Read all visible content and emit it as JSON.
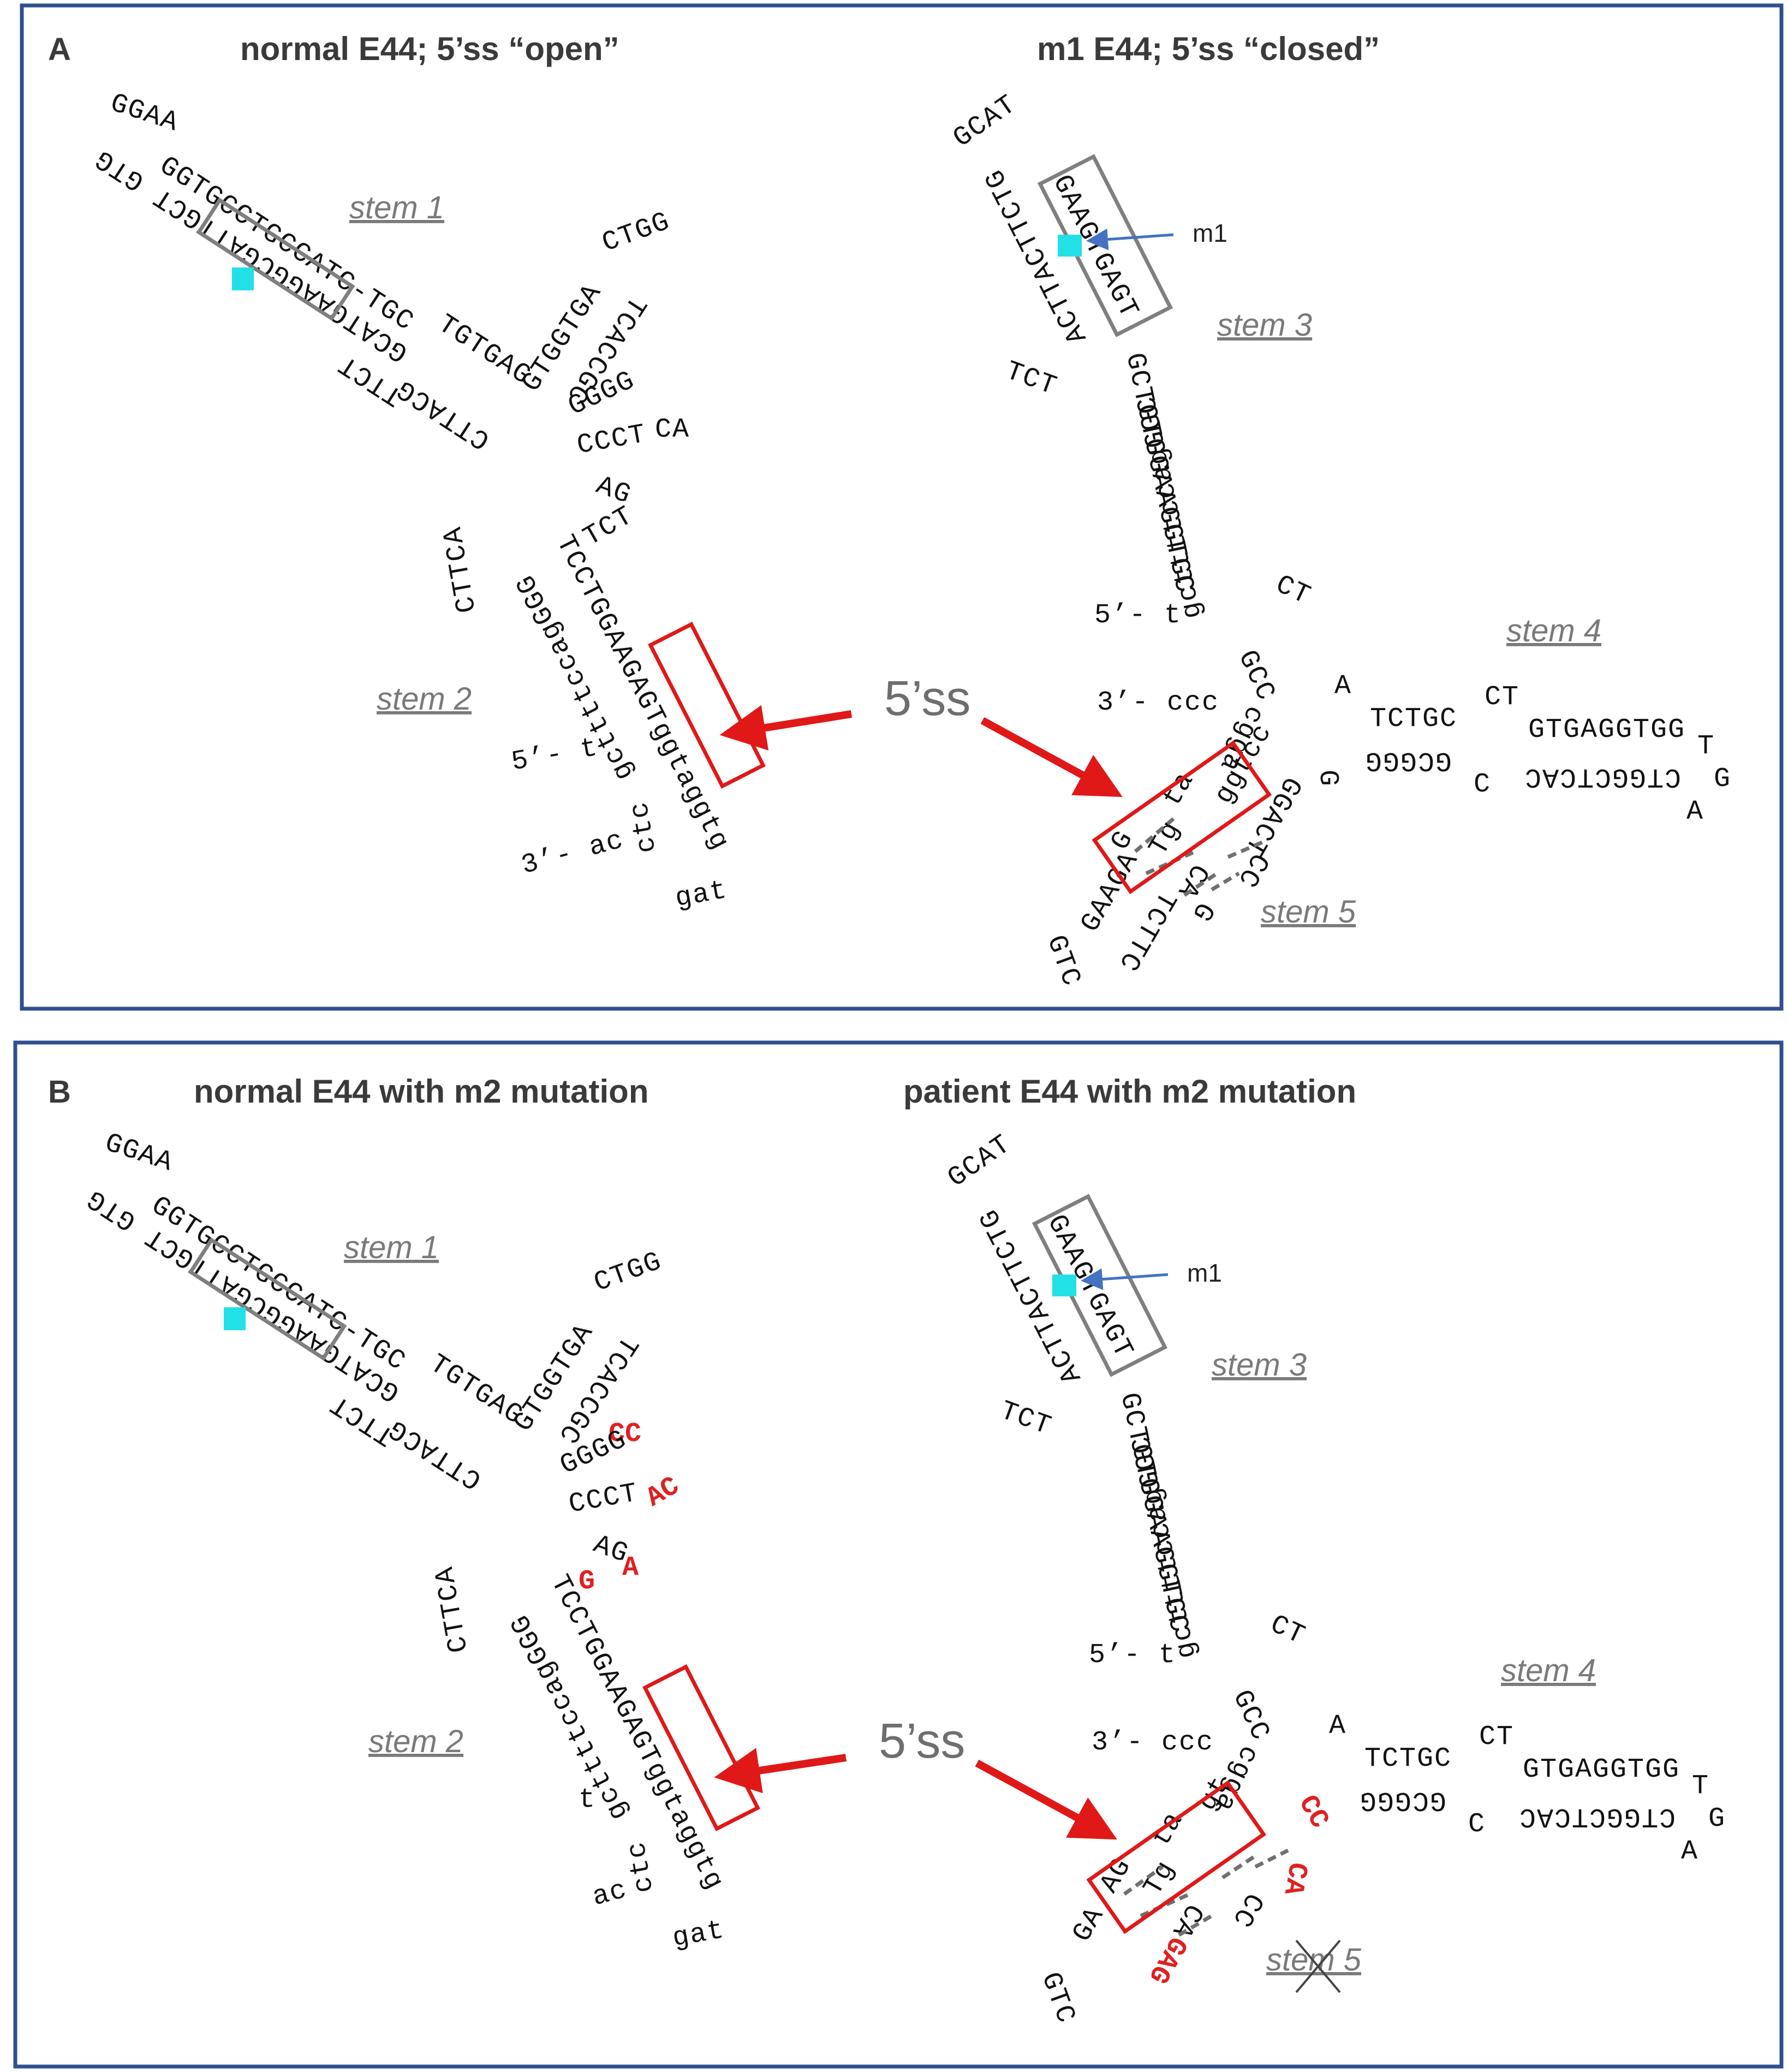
{
  "panel_a": {
    "letter": "A",
    "title_left": "normal E44; 5’ss “open”",
    "title_right": "m1 E44; 5’ss “closed”",
    "stems": {
      "s1": "stem 1",
      "s2": "stem 2",
      "s3": "stem 3",
      "s4": "stem 4",
      "s5": "stem 5"
    },
    "splice_label": "5’ss",
    "m1_label": "m1"
  },
  "panel_b": {
    "letter": "B",
    "title_left": "normal E44 with m2 mutation",
    "title_right": "patient E44 with m2 mutation",
    "stems": {
      "s1": "stem 1",
      "s2": "stem 2",
      "s3": "stem 3",
      "s4": "stem 4",
      "s5": "stem 5"
    },
    "splice_label": "5’ss",
    "m1_label": "m1"
  },
  "seq": {
    "loop1": "GGAA",
    "s1_top": "GGTGCCTGCCATC-TGC",
    "s1_bot": "GCATGAAGGCGATTGCT GTG",
    "tfct": "TTCT",
    "tgtgag": "TGTGAG",
    "ctacg": "CTTACG",
    "gtggtga": "GTGGTGA",
    "tcaccgc": "TCACCGC",
    "ctgg": "CTGG",
    "gggg": "GGGG",
    "ccct": "CCCT",
    "ca": "CA",
    "ag": "AG",
    "tct": "TCT",
    "ctca": "CTTCA",
    "s2_top": "TCCTGGAAGAGTggtaggtg",
    "s2_bot": "gcttttccagGGG",
    "tail5": "5’- t",
    "tail3": "3’- ac",
    "ctc": "ctc",
    "gat": "gat",
    "s3_loop": "GCAT",
    "s3_left": "ACTTACTTCTG",
    "s3_right": "GAAGTGAGT",
    "s3_tt": "TCT",
    "s3_long": "GCTGTGGAAGGTGC",
    "s3_long2": "gcttttccagGGC",
    "s4_5p": "5’- t",
    "s4_ct": "CT",
    "s4_3p": "3’- ccc",
    "s4_cgg": "cgga",
    "s4_gcc": "GCC",
    "s4_a": "A",
    "s4_tctgc": "TCTGC",
    "s4_gcggg": "GCGGG",
    "s4_ct2": "CT",
    "s4_gtgag": "GTGAGGTGG",
    "s4_ctggc": "CTGGCTCAC",
    "s4_t": "T",
    "s4_g": "G",
    "s4_a2": "A",
    "s4_c": "C",
    "s4_g2": "G",
    "s5_ggtcc": "ggtcc",
    "s5_ta": "ta",
    "s5_tg": "Tg",
    "s5_ca": "CA",
    "s5_cc": "CC",
    "s5_ggact": "GGACT",
    "s5_g": "G",
    "s5_gaaga": "GAAGA",
    "s5_ttcttc": "TCTTC",
    "s5_gtc": "G",
    "s5_tail": "GTC",
    "m2_cc": "CC",
    "m2_ac": "AC",
    "m2_g": "G",
    "m2_a": "A",
    "m2_ca": "CA",
    "m2_gag": "GAG",
    "m2_cc2": "CC"
  },
  "colors": {
    "frame": "#2f4f8f",
    "red": "#e01818",
    "grey_box": "#7f7f7f",
    "highlight": "#22e0e6",
    "blue_arrow": "#4472c4"
  }
}
